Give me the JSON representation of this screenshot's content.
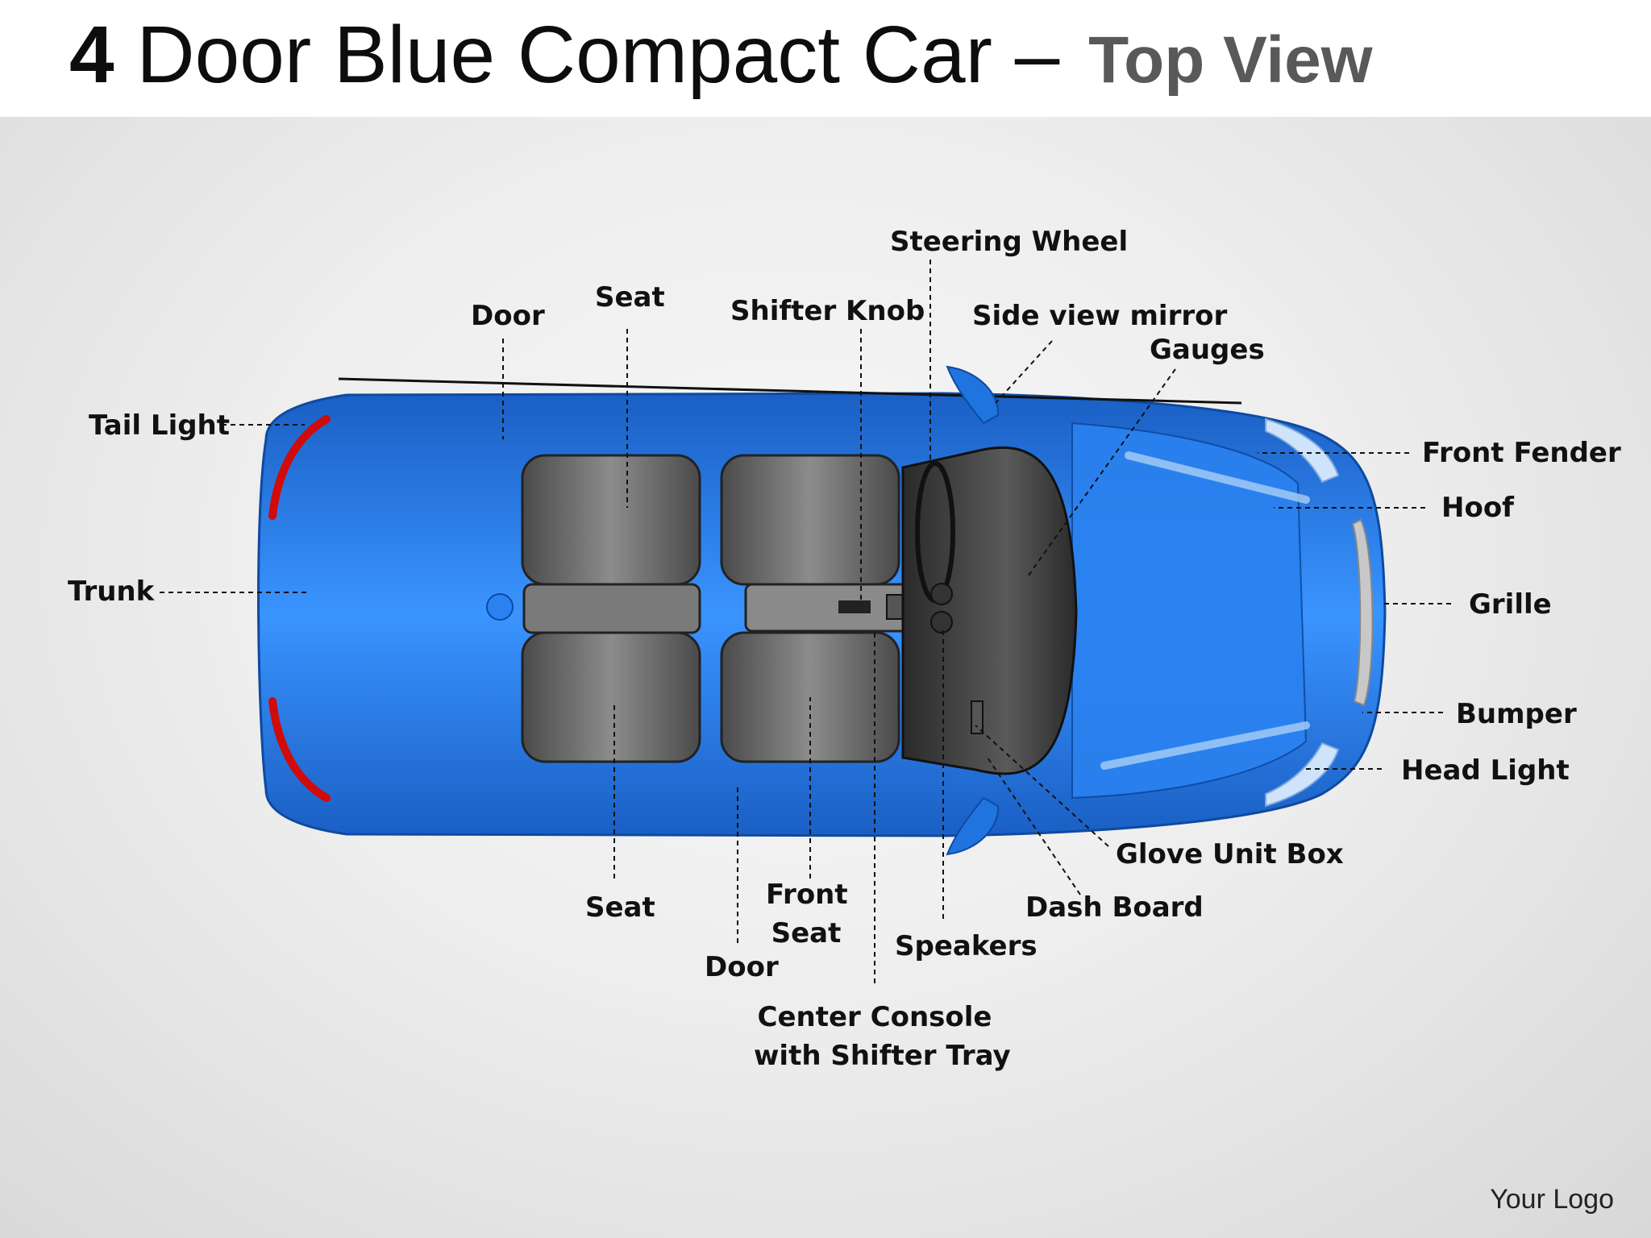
{
  "title": {
    "main": "4 Door Blue Compact Car –",
    "number": "4",
    "rest": " Door Blue Compact Car –",
    "subtitle": "Top View"
  },
  "labels": {
    "steering_wheel": "Steering Wheel",
    "side_view_mirror": "Side view mirror",
    "gauges": "Gauges",
    "shifter_knob": "Shifter Knob",
    "seat_top": "Seat",
    "door_top": "Door",
    "tail_light": "Tail Light",
    "trunk": "Trunk",
    "front_fender": "Front Fender",
    "hoof": "Hoof",
    "grille": "Grille",
    "bumper": "Bumper",
    "head_light": "Head Light",
    "glove_unit_box": "Glove Unit Box",
    "dash_board": "Dash Board",
    "speakers": "Speakers",
    "front_seat_line1": "Front",
    "front_seat_line2": "Seat",
    "seat_bottom": "Seat",
    "door_bottom": "Door",
    "center_console_line1": "Center Console",
    "center_console_line2": "with Shifter Tray"
  },
  "footer": {
    "logo": "Your Logo"
  },
  "colors": {
    "car_body": "#1f74e0",
    "car_highlight": "#3a94ff",
    "tail_light": "#d10a0a",
    "seats": "#6e6e6e",
    "dashboard": "#3a3a3a"
  }
}
